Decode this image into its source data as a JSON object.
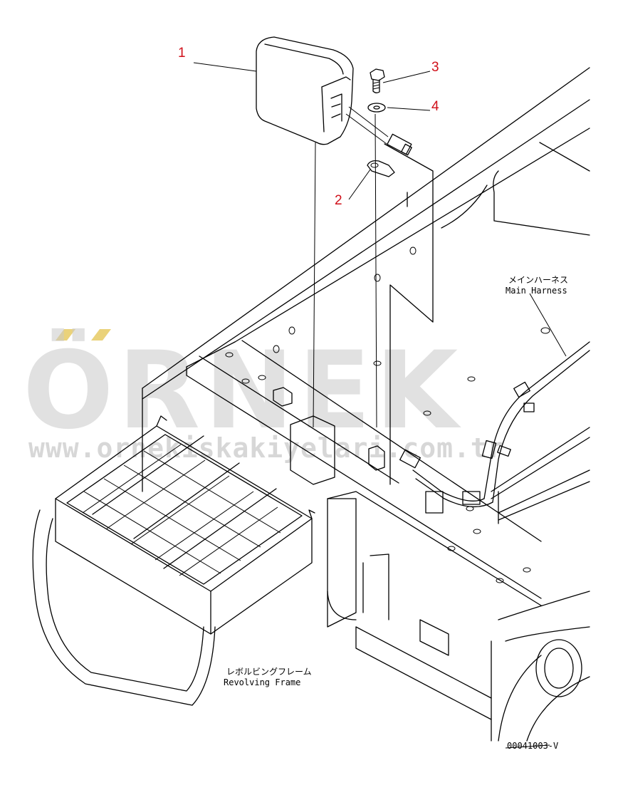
{
  "watermark": {
    "main_text": "ÖRNEK",
    "url_text": "www.ornekiskakiyelari.com.tr"
  },
  "callouts": [
    {
      "id": "1",
      "label": "1"
    },
    {
      "id": "2",
      "label": "2"
    },
    {
      "id": "3",
      "label": "3"
    },
    {
      "id": "4",
      "label": "4"
    }
  ],
  "labels": {
    "main_harness_jp": "メインハーネス",
    "main_harness_en": "Main Harness",
    "revolving_frame_jp": "レボルビングフレーム",
    "revolving_frame_en": "Revolving Frame"
  },
  "drawing_code": "00041003-V",
  "colors": {
    "callout": "#d0101a",
    "line": "#000000",
    "watermark_text": "#c8c8c8",
    "watermark_accent": "#ead27a"
  }
}
